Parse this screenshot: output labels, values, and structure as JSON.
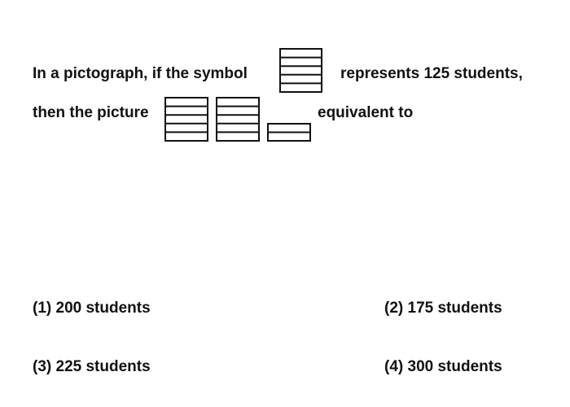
{
  "question": {
    "line1_before": "In a pictograph, if the symbol",
    "line1_after": "represents 125 students,",
    "line2_before": "then the picture",
    "line2_after": "equivalent to"
  },
  "symbol": {
    "represents": 125,
    "unit": "students",
    "rows_per_symbol": 5
  },
  "picture": {
    "full_symbols": 2,
    "partial_symbol_rows": 2
  },
  "options": [
    {
      "label": "(1) 200 students"
    },
    {
      "label": "(2) 175 students"
    },
    {
      "label": "(3) 225 students"
    },
    {
      "label": "(4) 300 students"
    }
  ],
  "colors": {
    "ink": "#111111",
    "background": "#ffffff"
  }
}
